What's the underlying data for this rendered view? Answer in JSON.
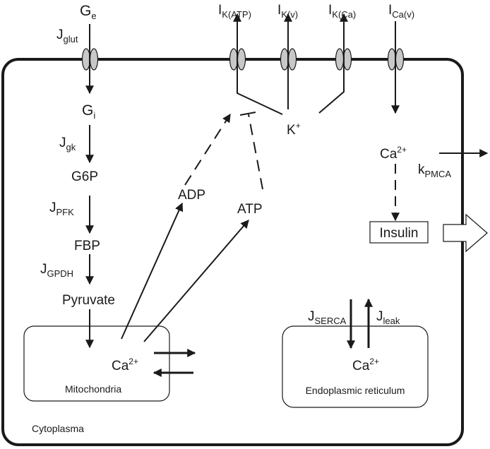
{
  "cell": {
    "glucose_ext": {
      "main": "G",
      "sub": "e"
    },
    "glut_flux": {
      "main": "J",
      "sub": "glut"
    },
    "currents": [
      {
        "main": "I",
        "sub": "K(ATP)"
      },
      {
        "main": "I",
        "sub": "K(v)"
      },
      {
        "main": "I",
        "sub": "K(Ca)"
      },
      {
        "main": "I",
        "sub": "Ca(v)"
      }
    ],
    "potassium": {
      "main": "K",
      "sup": "+"
    },
    "calcium_cytosol": {
      "main": "Ca",
      "sup": "2+"
    },
    "pmca": {
      "main": "k",
      "sub": "PMCA"
    },
    "insulin_label": "Insulin",
    "adp_label": "ADP",
    "atp_label": "ATP",
    "cytoplasm_label": "Cytoplasma"
  },
  "glycolysis": {
    "metabolites": [
      {
        "main": "G",
        "sub": "i"
      },
      {
        "main": "G6P",
        "sub": ""
      },
      {
        "main": "FBP",
        "sub": ""
      },
      {
        "main": "Pyruvate",
        "sub": ""
      }
    ],
    "fluxes": [
      {
        "main": "J",
        "sub": "gk"
      },
      {
        "main": "J",
        "sub": "PFK"
      },
      {
        "main": "J",
        "sub": "GPDH"
      }
    ]
  },
  "mitochondria": {
    "label": "Mitochondria",
    "calcium": {
      "main": "Ca",
      "sup": "2+"
    }
  },
  "er": {
    "label": "Endoplasmic reticulum",
    "calcium": {
      "main": "Ca",
      "sup": "2+"
    },
    "serca": {
      "main": "J",
      "sub": "SERCA"
    },
    "leak": {
      "main": "J",
      "sub": "leak"
    }
  }
}
